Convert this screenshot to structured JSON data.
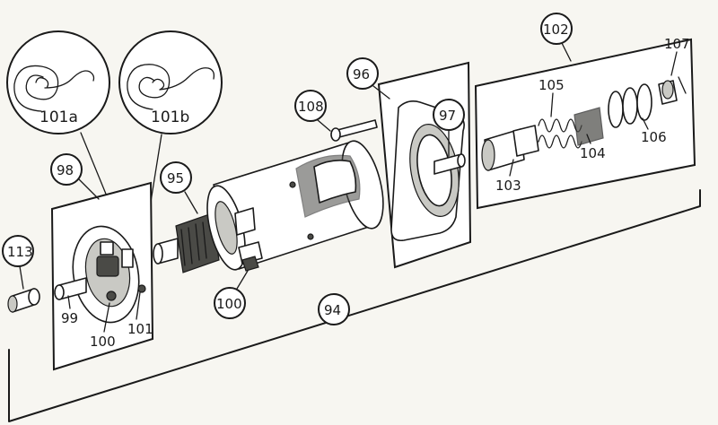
{
  "labels": {
    "l94": "94",
    "l95": "95",
    "l96": "96",
    "l97": "97",
    "l98": "98",
    "l99": "99",
    "l100a": "100",
    "l100b": "100",
    "l101": "101",
    "l101a": "101a",
    "l101b": "101b",
    "l102": "102",
    "l103": "103",
    "l104": "104",
    "l105": "105",
    "l106": "106",
    "l107": "107",
    "l108": "108",
    "l113": "113"
  }
}
